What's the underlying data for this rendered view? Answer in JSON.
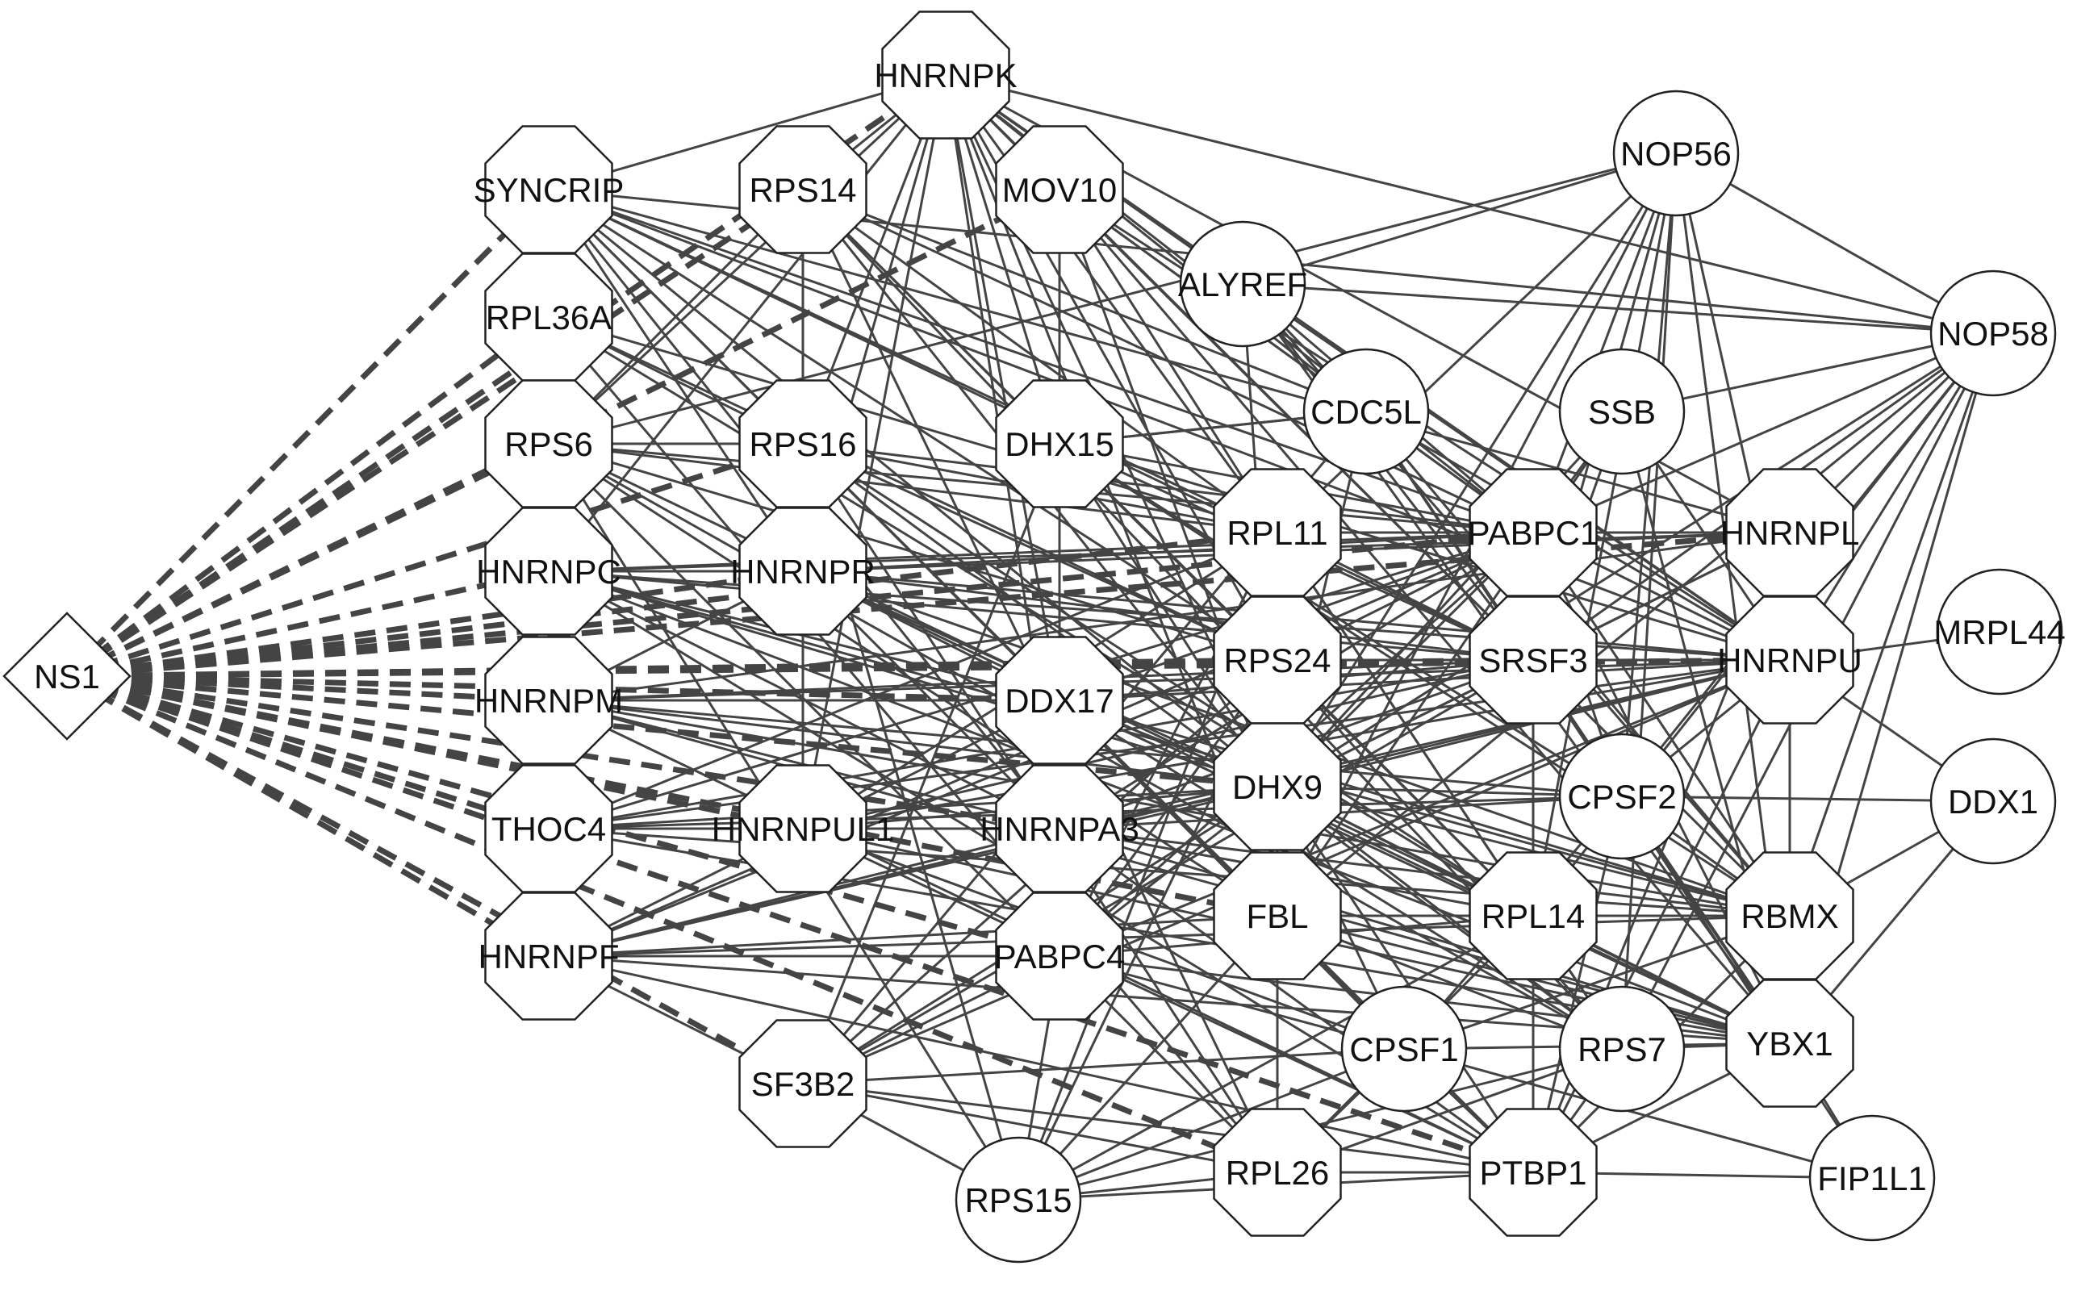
{
  "diagram": {
    "colors": {
      "background": "#ffffff",
      "edge": "#444444",
      "node_fill": "#ffffff",
      "node_stroke": "#222222",
      "label": "#111111"
    },
    "node_shapes": {
      "NS1": "diamond",
      "HNRNPK": "octagon",
      "SYNCRIP": "octagon",
      "RPS14": "octagon",
      "MOV10": "octagon",
      "RPL36A": "octagon",
      "RPS6": "octagon",
      "RPS16": "octagon",
      "DHX15": "octagon",
      "HNRNPC": "octagon",
      "HNRNPR": "octagon",
      "HNRNPM": "octagon",
      "DDX17": "octagon",
      "THOC4": "octagon",
      "HNRNPUL1": "octagon",
      "HNRNPA3": "octagon",
      "HNRNPF": "octagon",
      "PABPC4": "octagon",
      "SF3B2": "octagon",
      "RPL11": "octagon",
      "PABPC1": "octagon",
      "HNRNPL": "octagon",
      "RPS24": "octagon",
      "SRSF3": "octagon",
      "HNRNPU": "octagon",
      "DHX9": "octagon",
      "FBL": "octagon",
      "RPL14": "octagon",
      "RBMX": "octagon",
      "YBX1": "octagon",
      "RPL26": "octagon",
      "PTBP1": "octagon",
      "ALYREF": "circle",
      "CDC5L": "circle",
      "SSB": "circle",
      "NOP56": "circle",
      "NOP58": "circle",
      "MRPL44": "circle",
      "DDX1": "circle",
      "CPSF2": "circle",
      "CPSF1": "circle",
      "RPS7": "circle",
      "FIP1L1": "circle",
      "RPS15": "circle"
    },
    "dashed_edges_from_NS1": [
      "HNRNPK",
      "SYNCRIP",
      "RPS14",
      "MOV10",
      "RPL36A",
      "RPS6",
      "RPS16",
      "HNRNPC",
      "HNRNPR",
      "HNRNPM",
      "DDX17",
      "THOC4",
      "HNRNPUL1",
      "HNRNPA3",
      "HNRNPF",
      "PABPC4",
      "SF3B2",
      "RPL11",
      "RPS24",
      "DHX9",
      "SRSF3",
      "PABPC1",
      "FBL",
      "RPL26",
      "PTBP1",
      "HNRNPL",
      "HNRNPU"
    ],
    "solid_edges": [
      [
        "HNRNPK",
        "SYNCRIP"
      ],
      [
        "HNRNPK",
        "RPS14"
      ],
      [
        "HNRNPK",
        "MOV10"
      ],
      [
        "HNRNPK",
        "ALYREF"
      ],
      [
        "HNRNPK",
        "RPS16"
      ],
      [
        "HNRNPK",
        "DHX15"
      ],
      [
        "HNRNPK",
        "RPL11"
      ],
      [
        "HNRNPK",
        "PABPC1"
      ],
      [
        "HNRNPK",
        "RPS24"
      ],
      [
        "HNRNPK",
        "DHX9"
      ],
      [
        "HNRNPK",
        "DDX17"
      ],
      [
        "HNRNPK",
        "HNRNPA3"
      ],
      [
        "HNRNPK",
        "HNRNPR"
      ],
      [
        "HNRNPK",
        "HNRNPU"
      ],
      [
        "HNRNPK",
        "CDC5L"
      ],
      [
        "HNRNPK",
        "HNRNPL"
      ],
      [
        "HNRNPK",
        "SRSF3"
      ],
      [
        "HNRNPK",
        "FBL"
      ],
      [
        "HNRNPK",
        "RPS6"
      ],
      [
        "HNRNPK",
        "HNRNPC"
      ],
      [
        "HNRNPK",
        "HNRNPUL1"
      ],
      [
        "SYNCRIP",
        "RPS6"
      ],
      [
        "SYNCRIP",
        "HNRNPC"
      ],
      [
        "SYNCRIP",
        "HNRNPR"
      ],
      [
        "SYNCRIP",
        "DDX17"
      ],
      [
        "SYNCRIP",
        "PABPC1"
      ],
      [
        "SYNCRIP",
        "DHX9"
      ],
      [
        "SYNCRIP",
        "HNRNPU"
      ],
      [
        "SYNCRIP",
        "HNRNPA3"
      ],
      [
        "SYNCRIP",
        "RPL11"
      ],
      [
        "SYNCRIP",
        "SRSF3"
      ],
      [
        "SYNCRIP",
        "HNRNPL"
      ],
      [
        "SYNCRIP",
        "RPS24"
      ],
      [
        "SYNCRIP",
        "PTBP1"
      ],
      [
        "RPS14",
        "RPS16"
      ],
      [
        "RPS14",
        "RPS6"
      ],
      [
        "RPS14",
        "RPL11"
      ],
      [
        "RPS14",
        "RPS24"
      ],
      [
        "RPS14",
        "RPL14"
      ],
      [
        "RPS14",
        "RPS7"
      ],
      [
        "RPS14",
        "PABPC1"
      ],
      [
        "RPS14",
        "DHX9"
      ],
      [
        "RPS14",
        "RPL26"
      ],
      [
        "MOV10",
        "PABPC1"
      ],
      [
        "MOV10",
        "DHX9"
      ],
      [
        "MOV10",
        "HNRNPU"
      ],
      [
        "MOV10",
        "DDX17"
      ],
      [
        "MOV10",
        "HNRNPA3"
      ],
      [
        "MOV10",
        "RPL11"
      ],
      [
        "MOV10",
        "PABPC4"
      ],
      [
        "MOV10",
        "YBX1"
      ],
      [
        "MOV10",
        "CDC5L"
      ],
      [
        "RPL36A",
        "RPS6"
      ],
      [
        "RPL36A",
        "RPL11"
      ],
      [
        "RPL36A",
        "RPS24"
      ],
      [
        "RPL36A",
        "RPL14"
      ],
      [
        "RPL36A",
        "RPS16"
      ],
      [
        "RPL36A",
        "RPL26"
      ],
      [
        "RPS6",
        "RPS16"
      ],
      [
        "RPS6",
        "RPL11"
      ],
      [
        "RPS6",
        "RPS24"
      ],
      [
        "RPS6",
        "RPL14"
      ],
      [
        "RPS6",
        "RPS7"
      ],
      [
        "RPS6",
        "RPL26"
      ],
      [
        "RPS6",
        "RPS15"
      ],
      [
        "RPS6",
        "PABPC1"
      ],
      [
        "RPS6",
        "FBL"
      ],
      [
        "RPS6",
        "NOP56"
      ],
      [
        "RPS16",
        "RPL11"
      ],
      [
        "RPS16",
        "RPS24"
      ],
      [
        "RPS16",
        "RPL14"
      ],
      [
        "RPS16",
        "RPS7"
      ],
      [
        "RPS16",
        "RPS15"
      ],
      [
        "RPS16",
        "RPL26"
      ],
      [
        "RPS16",
        "PABPC1"
      ],
      [
        "RPS16",
        "FBL"
      ],
      [
        "DHX15",
        "DHX9"
      ],
      [
        "DHX15",
        "SRSF3"
      ],
      [
        "DHX15",
        "CDC5L"
      ],
      [
        "DHX15",
        "HNRNPU"
      ],
      [
        "DHX15",
        "PABPC1"
      ],
      [
        "DHX15",
        "SF3B2"
      ],
      [
        "DHX15",
        "CPSF2"
      ],
      [
        "HNRNPC",
        "HNRNPR"
      ],
      [
        "HNRNPC",
        "HNRNPM"
      ],
      [
        "HNRNPC",
        "HNRNPU"
      ],
      [
        "HNRNPC",
        "HNRNPL"
      ],
      [
        "HNRNPC",
        "DDX17"
      ],
      [
        "HNRNPC",
        "HNRNPA3"
      ],
      [
        "HNRNPC",
        "DHX9"
      ],
      [
        "HNRNPC",
        "PABPC1"
      ],
      [
        "HNRNPC",
        "SRSF3"
      ],
      [
        "HNRNPC",
        "RBMX"
      ],
      [
        "HNRNPC",
        "PTBP1"
      ],
      [
        "HNRNPC",
        "YBX1"
      ],
      [
        "HNRNPC",
        "HNRNPF"
      ],
      [
        "HNRNPR",
        "HNRNPU"
      ],
      [
        "HNRNPR",
        "HNRNPL"
      ],
      [
        "HNRNPR",
        "DDX17"
      ],
      [
        "HNRNPR",
        "HNRNPA3"
      ],
      [
        "HNRNPR",
        "DHX9"
      ],
      [
        "HNRNPR",
        "PABPC1"
      ],
      [
        "HNRNPR",
        "SRSF3"
      ],
      [
        "HNRNPR",
        "RBMX"
      ],
      [
        "HNRNPR",
        "YBX1"
      ],
      [
        "HNRNPR",
        "HNRNPM"
      ],
      [
        "HNRNPR",
        "HNRNPUL1"
      ],
      [
        "HNRNPM",
        "HNRNPU"
      ],
      [
        "HNRNPM",
        "HNRNPL"
      ],
      [
        "HNRNPM",
        "DDX17"
      ],
      [
        "HNRNPM",
        "HNRNPA3"
      ],
      [
        "HNRNPM",
        "DHX9"
      ],
      [
        "HNRNPM",
        "SRSF3"
      ],
      [
        "HNRNPM",
        "RBMX"
      ],
      [
        "HNRNPM",
        "PTBP1"
      ],
      [
        "HNRNPM",
        "YBX1"
      ],
      [
        "HNRNPM",
        "CPSF2"
      ],
      [
        "HNRNPM",
        "HNRNPF"
      ],
      [
        "DDX17",
        "DHX9"
      ],
      [
        "DDX17",
        "SRSF3"
      ],
      [
        "DDX17",
        "HNRNPU"
      ],
      [
        "DDX17",
        "PABPC1"
      ],
      [
        "DDX17",
        "HNRNPA3"
      ],
      [
        "DDX17",
        "RBMX"
      ],
      [
        "DDX17",
        "CPSF1"
      ],
      [
        "DDX17",
        "YBX1"
      ],
      [
        "THOC4",
        "HNRNPUL1"
      ],
      [
        "THOC4",
        "DHX9"
      ],
      [
        "THOC4",
        "SRSF3"
      ],
      [
        "THOC4",
        "CPSF2"
      ],
      [
        "THOC4",
        "PABPC1"
      ],
      [
        "THOC4",
        "HNRNPU"
      ],
      [
        "THOC4",
        "RPL11"
      ],
      [
        "THOC4",
        "RBMX"
      ],
      [
        "HNRNPUL1",
        "HNRNPU"
      ],
      [
        "HNRNPUL1",
        "DHX9"
      ],
      [
        "HNRNPUL1",
        "HNRNPA3"
      ],
      [
        "HNRNPUL1",
        "SRSF3"
      ],
      [
        "HNRNPUL1",
        "YBX1"
      ],
      [
        "HNRNPUL1",
        "PTBP1"
      ],
      [
        "HNRNPUL1",
        "RPL11"
      ],
      [
        "HNRNPA3",
        "DHX9"
      ],
      [
        "HNRNPA3",
        "SRSF3"
      ],
      [
        "HNRNPA3",
        "HNRNPU"
      ],
      [
        "HNRNPA3",
        "PABPC1"
      ],
      [
        "HNRNPA3",
        "RBMX"
      ],
      [
        "HNRNPA3",
        "YBX1"
      ],
      [
        "HNRNPA3",
        "PTBP1"
      ],
      [
        "HNRNPA3",
        "RPL14"
      ],
      [
        "HNRNPA3",
        "CPSF2"
      ],
      [
        "HNRNPF",
        "PABPC4"
      ],
      [
        "HNRNPF",
        "DHX9"
      ],
      [
        "HNRNPF",
        "HNRNPU"
      ],
      [
        "HNRNPF",
        "PTBP1"
      ],
      [
        "HNRNPF",
        "RBMX"
      ],
      [
        "HNRNPF",
        "HNRNPA3"
      ],
      [
        "HNRNPF",
        "DDX17"
      ],
      [
        "HNRNPF",
        "RPS24"
      ],
      [
        "HNRNPF",
        "SF3B2"
      ],
      [
        "HNRNPF",
        "FBL"
      ],
      [
        "HNRNPF",
        "YBX1"
      ],
      [
        "HNRNPF",
        "PABPC1"
      ],
      [
        "PABPC4",
        "PABPC1"
      ],
      [
        "PABPC4",
        "DHX9"
      ],
      [
        "PABPC4",
        "YBX1"
      ],
      [
        "PABPC4",
        "RPL11"
      ],
      [
        "PABPC4",
        "RPS24"
      ],
      [
        "PABPC4",
        "SF3B2"
      ],
      [
        "PABPC4",
        "RPS15"
      ],
      [
        "PABPC4",
        "CPSF1"
      ],
      [
        "PABPC4",
        "HNRNPU"
      ],
      [
        "PABPC4",
        "RPL14"
      ],
      [
        "SF3B2",
        "DHX9"
      ],
      [
        "SF3B2",
        "SRSF3"
      ],
      [
        "SF3B2",
        "CDC5L"
      ],
      [
        "SF3B2",
        "RPS15"
      ],
      [
        "SF3B2",
        "RPL26"
      ],
      [
        "SF3B2",
        "PTBP1"
      ],
      [
        "SF3B2",
        "HNRNPU"
      ],
      [
        "SF3B2",
        "CPSF1"
      ],
      [
        "SF3B2",
        "RPS24"
      ],
      [
        "ALYREF",
        "CDC5L"
      ],
      [
        "ALYREF",
        "SRSF3"
      ],
      [
        "ALYREF",
        "DHX9"
      ],
      [
        "ALYREF",
        "HNRNPU"
      ],
      [
        "ALYREF",
        "NOP56"
      ],
      [
        "ALYREF",
        "NOP58"
      ],
      [
        "ALYREF",
        "PABPC1"
      ],
      [
        "ALYREF",
        "RBMX"
      ],
      [
        "ALYREF",
        "YBX1"
      ],
      [
        "CDC5L",
        "DHX9"
      ],
      [
        "CDC5L",
        "SRSF3"
      ],
      [
        "CDC5L",
        "HNRNPU"
      ],
      [
        "CDC5L",
        "CPSF2"
      ],
      [
        "CDC5L",
        "PABPC1"
      ],
      [
        "CDC5L",
        "RBMX"
      ],
      [
        "CDC5L",
        "DHX15"
      ],
      [
        "SSB",
        "NOP58"
      ],
      [
        "SSB",
        "PABPC1"
      ],
      [
        "SSB",
        "HNRNPU"
      ],
      [
        "SSB",
        "YBX1"
      ],
      [
        "SSB",
        "SRSF3"
      ],
      [
        "SSB",
        "DHX9"
      ],
      [
        "SSB",
        "FBL"
      ],
      [
        "NOP56",
        "NOP58"
      ],
      [
        "NOP56",
        "FBL"
      ],
      [
        "NOP56",
        "RPL11"
      ],
      [
        "NOP56",
        "PABPC1"
      ],
      [
        "NOP56",
        "SRSF3"
      ],
      [
        "NOP56",
        "CPSF2"
      ],
      [
        "NOP56",
        "RPL14"
      ],
      [
        "NOP56",
        "HNRNPU"
      ],
      [
        "NOP56",
        "YBX1"
      ],
      [
        "NOP56",
        "DHX9"
      ],
      [
        "NOP56",
        "RPS7"
      ],
      [
        "NOP58",
        "FBL"
      ],
      [
        "NOP58",
        "HNRNPL"
      ],
      [
        "NOP58",
        "HNRNPU"
      ],
      [
        "NOP58",
        "PABPC1"
      ],
      [
        "NOP58",
        "SRSF3"
      ],
      [
        "NOP58",
        "RBMX"
      ],
      [
        "NOP58",
        "YBX1"
      ],
      [
        "NOP58",
        "CPSF2"
      ],
      [
        "NOP58",
        "RPL14"
      ],
      [
        "NOP58",
        "DHX9"
      ],
      [
        "NOP58",
        "RPS7"
      ],
      [
        "RPL11",
        "PABPC1"
      ],
      [
        "RPL11",
        "RPS24"
      ],
      [
        "RPL11",
        "DHX9"
      ],
      [
        "RPL11",
        "RPL14"
      ],
      [
        "RPL11",
        "RPS7"
      ],
      [
        "RPL11",
        "RPL26"
      ],
      [
        "RPL11",
        "RPS15"
      ],
      [
        "RPL11",
        "FBL"
      ],
      [
        "RPL11",
        "SRSF3"
      ],
      [
        "RPL11",
        "HNRNPL"
      ],
      [
        "PABPC1",
        "HNRNPL"
      ],
      [
        "PABPC1",
        "SRSF3"
      ],
      [
        "PABPC1",
        "HNRNPU"
      ],
      [
        "PABPC1",
        "DHX9"
      ],
      [
        "PABPC1",
        "YBX1"
      ],
      [
        "PABPC1",
        "RBMX"
      ],
      [
        "PABPC1",
        "CPSF2"
      ],
      [
        "PABPC1",
        "RPL14"
      ],
      [
        "PABPC1",
        "PTBP1"
      ],
      [
        "PABPC1",
        "RPS24"
      ],
      [
        "HNRNPL",
        "HNRNPU"
      ],
      [
        "HNRNPL",
        "SRSF3"
      ],
      [
        "HNRNPL",
        "DHX9"
      ],
      [
        "HNRNPL",
        "PTBP1"
      ],
      [
        "HNRNPL",
        "YBX1"
      ],
      [
        "HNRNPL",
        "RBMX"
      ],
      [
        "RPS24",
        "DHX9"
      ],
      [
        "RPS24",
        "SRSF3"
      ],
      [
        "RPS24",
        "RPL14"
      ],
      [
        "RPS24",
        "RPS7"
      ],
      [
        "RPS24",
        "RPL26"
      ],
      [
        "RPS24",
        "RPS15"
      ],
      [
        "RPS24",
        "FBL"
      ],
      [
        "RPS24",
        "HNRNPU"
      ],
      [
        "SRSF3",
        "HNRNPU"
      ],
      [
        "SRSF3",
        "DHX9"
      ],
      [
        "SRSF3",
        "CPSF2"
      ],
      [
        "SRSF3",
        "RBMX"
      ],
      [
        "SRSF3",
        "YBX1"
      ],
      [
        "SRSF3",
        "PTBP1"
      ],
      [
        "SRSF3",
        "RPL14"
      ],
      [
        "HNRNPU",
        "MRPL44"
      ],
      [
        "HNRNPU",
        "DDX1"
      ],
      [
        "HNRNPU",
        "RBMX"
      ],
      [
        "HNRNPU",
        "YBX1"
      ],
      [
        "HNRNPU",
        "CPSF2"
      ],
      [
        "HNRNPU",
        "DHX9"
      ],
      [
        "HNRNPU",
        "PTBP1"
      ],
      [
        "DHX9",
        "CPSF2"
      ],
      [
        "DHX9",
        "FBL"
      ],
      [
        "DHX9",
        "RPL14"
      ],
      [
        "DHX9",
        "RBMX"
      ],
      [
        "DHX9",
        "YBX1"
      ],
      [
        "DHX9",
        "CPSF1"
      ],
      [
        "DHX9",
        "RPS7"
      ],
      [
        "DHX9",
        "PTBP1"
      ],
      [
        "DHX9",
        "RPL26"
      ],
      [
        "CPSF2",
        "DDX1"
      ],
      [
        "CPSF2",
        "RBMX"
      ],
      [
        "CPSF2",
        "YBX1"
      ],
      [
        "CPSF2",
        "CPSF1"
      ],
      [
        "CPSF2",
        "FIP1L1"
      ],
      [
        "CPSF2",
        "PTBP1"
      ],
      [
        "FBL",
        "RPL14"
      ],
      [
        "FBL",
        "RPL26"
      ],
      [
        "FBL",
        "RPS7"
      ],
      [
        "FBL",
        "RPS15"
      ],
      [
        "FBL",
        "CPSF1"
      ],
      [
        "FBL",
        "YBX1"
      ],
      [
        "FBL",
        "RBMX"
      ],
      [
        "RPL14",
        "RPS7"
      ],
      [
        "RPL14",
        "RPL26"
      ],
      [
        "RPL14",
        "RBMX"
      ],
      [
        "RPL14",
        "YBX1"
      ],
      [
        "RPL14",
        "PTBP1"
      ],
      [
        "RPL14",
        "RPS15"
      ],
      [
        "RBMX",
        "YBX1"
      ],
      [
        "RBMX",
        "PTBP1"
      ],
      [
        "RBMX",
        "DDX1"
      ],
      [
        "RBMX",
        "CPSF1"
      ],
      [
        "YBX1",
        "DDX1"
      ],
      [
        "YBX1",
        "FIP1L1"
      ],
      [
        "YBX1",
        "PTBP1"
      ],
      [
        "YBX1",
        "RPS7"
      ],
      [
        "YBX1",
        "CPSF1"
      ],
      [
        "CPSF1",
        "FIP1L1"
      ],
      [
        "CPSF1",
        "PTBP1"
      ],
      [
        "CPSF1",
        "RPL26"
      ],
      [
        "CPSF1",
        "RPS15"
      ],
      [
        "RPS7",
        "RPL26"
      ],
      [
        "RPS7",
        "PTBP1"
      ],
      [
        "RPS7",
        "RPS15"
      ],
      [
        "RPL26",
        "RPS15"
      ],
      [
        "RPL26",
        "PTBP1"
      ],
      [
        "PTBP1",
        "RPS15"
      ],
      [
        "PTBP1",
        "FIP1L1"
      ],
      [
        "HNRNPK",
        "NOP58"
      ],
      [
        "SYNCRIP",
        "NOP58"
      ],
      [
        "RPS14",
        "CDC5L"
      ],
      [
        "MOV10",
        "SRSF3"
      ],
      [
        "DHX15",
        "RBMX"
      ],
      [
        "DDX17",
        "RPS7"
      ],
      [
        "THOC4",
        "YBX1"
      ],
      [
        "HNRNPUL1",
        "CPSF1"
      ]
    ]
  }
}
